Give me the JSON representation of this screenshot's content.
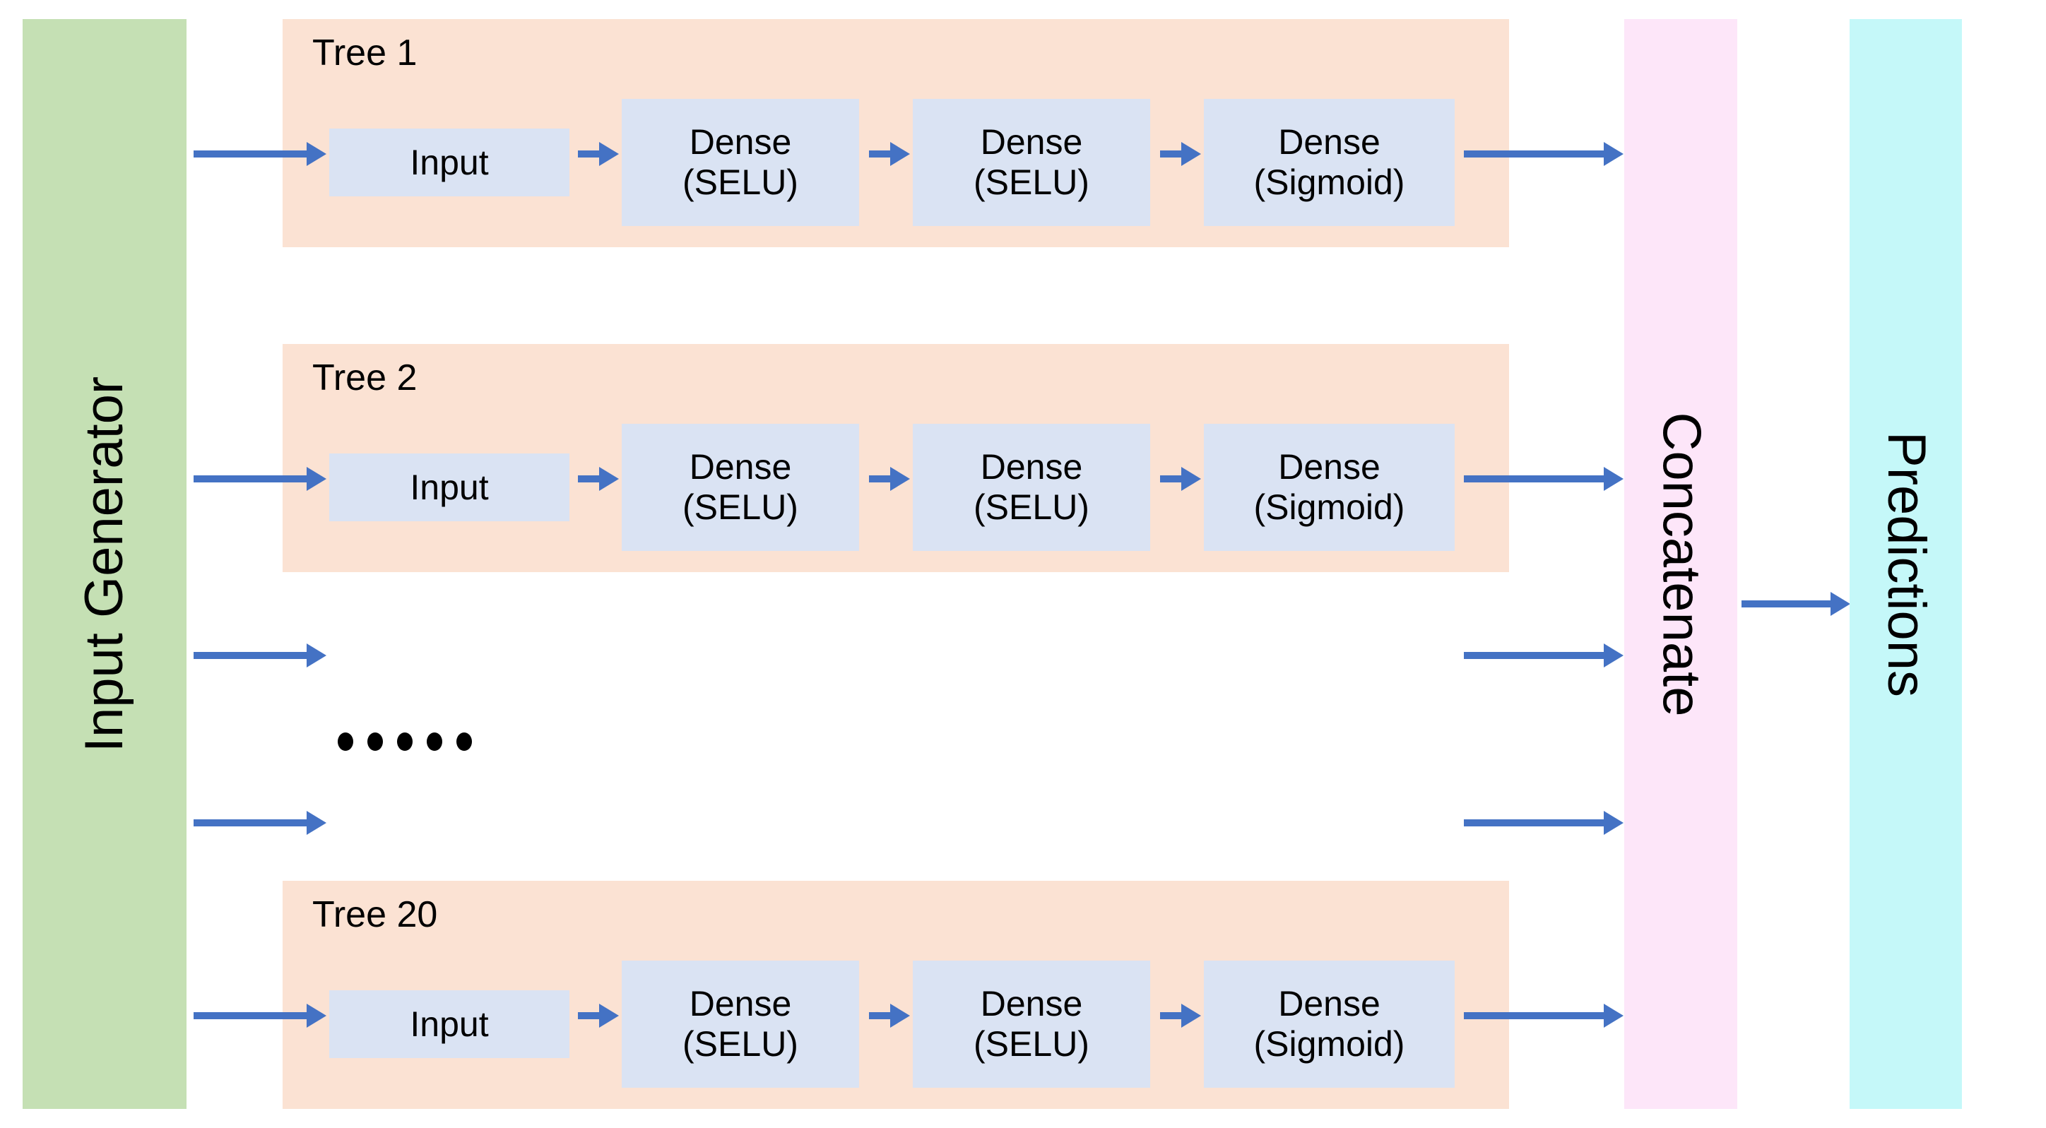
{
  "diagram": {
    "title": "Deep Neural Decision Forest Ensemble Architecture",
    "colors": {
      "input_generator_bg": "#c5e0b4",
      "tree_panel_bg": "#fbe2d3",
      "node_box_bg": "#dae3f3",
      "concatenate_bg": "#fde6f9",
      "predictions_bg": "#c5f8f9",
      "arrow": "#4472c4",
      "text": "#000000"
    }
  },
  "input_generator": {
    "label": "Input Generator"
  },
  "concatenate": {
    "label": "Concatenate"
  },
  "predictions": {
    "label": "Predictions"
  },
  "ellipsis": {
    "dot_count": 5
  },
  "trees": [
    {
      "title": "Tree 1",
      "nodes": [
        {
          "name": "input",
          "line1": "Input",
          "line2": ""
        },
        {
          "name": "dense-1",
          "line1": "Dense",
          "line2": "(SELU)"
        },
        {
          "name": "dense-2",
          "line1": "Dense",
          "line2": "(SELU)"
        },
        {
          "name": "dense-3",
          "line1": "Dense",
          "line2": "(Sigmoid)"
        }
      ]
    },
    {
      "title": "Tree 2",
      "nodes": [
        {
          "name": "input",
          "line1": "Input",
          "line2": ""
        },
        {
          "name": "dense-1",
          "line1": "Dense",
          "line2": "(SELU)"
        },
        {
          "name": "dense-2",
          "line1": "Dense",
          "line2": "(SELU)"
        },
        {
          "name": "dense-3",
          "line1": "Dense",
          "line2": "(Sigmoid)"
        }
      ]
    },
    {
      "title": "Tree 20",
      "nodes": [
        {
          "name": "input",
          "line1": "Input",
          "line2": ""
        },
        {
          "name": "dense-1",
          "line1": "Dense",
          "line2": "(SELU)"
        },
        {
          "name": "dense-2",
          "line1": "Dense",
          "line2": "(SELU)"
        },
        {
          "name": "dense-3",
          "line1": "Dense",
          "line2": "(Sigmoid)"
        }
      ]
    }
  ]
}
